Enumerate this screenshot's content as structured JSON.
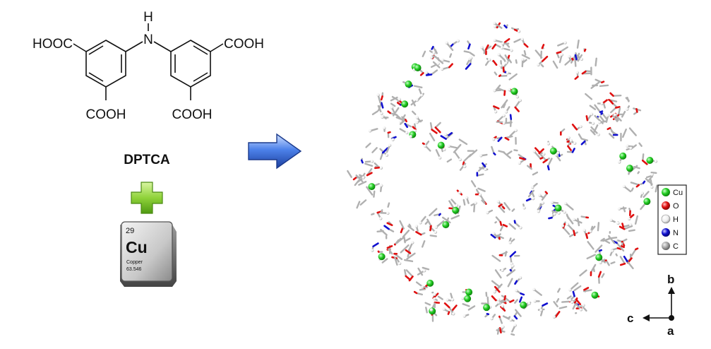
{
  "ligand": {
    "groups": [
      "HOOC",
      "H",
      "N",
      "COOH",
      "COOH",
      "COOH"
    ],
    "name": "DPTCA"
  },
  "element_tile": {
    "number": "29",
    "symbol": "Cu",
    "name": "Copper",
    "mass": "63.546"
  },
  "legend": {
    "items": [
      {
        "label": "Cu",
        "color": "#22cc22"
      },
      {
        "label": "O",
        "color": "#e01010"
      },
      {
        "label": "H",
        "color": "#f2f2f2"
      },
      {
        "label": "N",
        "color": "#1010d0"
      },
      {
        "label": "C",
        "color": "#a8a8a8"
      }
    ]
  },
  "axes": {
    "b": "b",
    "c": "c",
    "a": "a"
  },
  "colors": {
    "arrow": "#3a6fd8",
    "plus": "#7cc522",
    "bond_c": "#b0b0b0"
  }
}
